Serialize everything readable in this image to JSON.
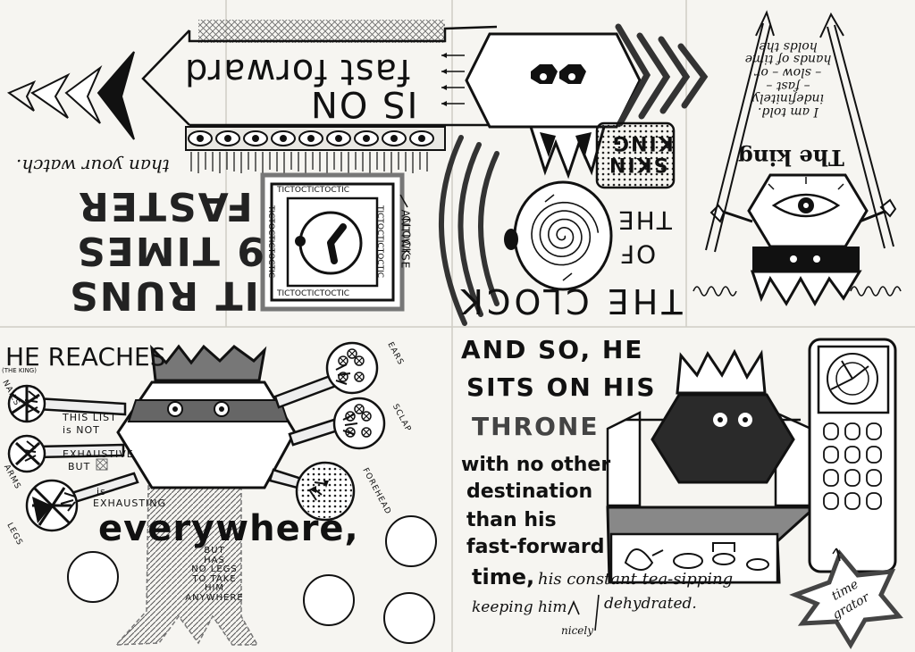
{
  "top_left": {
    "arrow_line1": "fast forward",
    "arrow_line2": "IS ON",
    "watch_note": "than your watch.",
    "runs_line1": "FASTER",
    "runs_line2": "9 TIMES",
    "runs_line3": "IT RUNS",
    "tictoc": "TICTOCTICTOCTIC",
    "clock_antiwise_1": "CLOCK",
    "clock_antiwise_2": "ANTIWISE"
  },
  "top_middle": {
    "skin_line1": "SKIN",
    "skin_line2": "KING",
    "the1": "THE",
    "of": "OF",
    "the2": "THE",
    "clock": "THE CLOCK"
  },
  "top_right": {
    "king_title": "The king",
    "lines": [
      "holds the",
      "hands of time",
      "– slow – or",
      "– fast –",
      "indefinitely",
      "I am told."
    ]
  },
  "bottom_left": {
    "he_reaches": "HE REACHES",
    "the_king": "(THE KING)",
    "list_lines": [
      "THIS LIST",
      "is NOT",
      "EXHAUSTIVE",
      "BUT",
      "is",
      "EXHAUSTING"
    ],
    "labels": {
      "nails": "NAILS",
      "arms": "ARMS",
      "legs": "LEGS",
      "ears": "EARS",
      "sclap": "SCLAP",
      "forehead": "FOREHEAD"
    },
    "everywhere": "everywhere,",
    "no_legs": [
      "BUT",
      "HAS",
      "NO LEGS",
      "TO TAKE",
      "HIM",
      "ANYWHERE"
    ]
  },
  "bottom_right": {
    "sits_line1": "AND SO, HE",
    "sits_line2": "SITS ON HIS",
    "sits_line3": "THRONE",
    "destination": [
      "with no other",
      "destination",
      "than his",
      "fast-forward"
    ],
    "time": "time,",
    "tea_line": "his constant tea-sipping",
    "keeping": "keeping him",
    "dehydrated": "dehydrated.",
    "nicely": "nicely",
    "time_grator_1": "time",
    "time_grator_2": "grator"
  }
}
